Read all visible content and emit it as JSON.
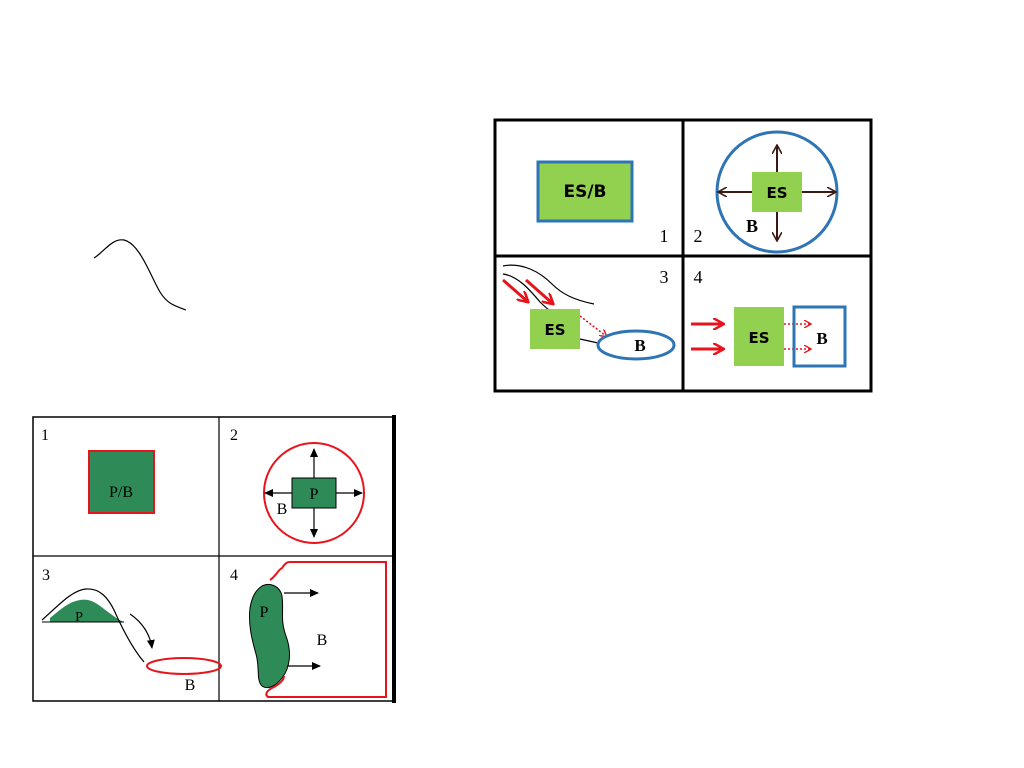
{
  "colors": {
    "green": "#92d050",
    "dark_green": "#2e8b57",
    "blue": "#2e75b6",
    "red": "#e8141b",
    "arrow_brown": "#3b1a12",
    "black": "#000000"
  },
  "top_diagram": {
    "panel1": {
      "box_label": "ES/B",
      "number": "1"
    },
    "panel2": {
      "center_label": "ES",
      "outer_label": "B",
      "number": "2"
    },
    "panel3": {
      "source_label": "ES",
      "sink_label": "B",
      "number": "3"
    },
    "panel4": {
      "source_label": "ES",
      "sink_label": "B",
      "number": "4"
    }
  },
  "bottom_diagram": {
    "panel1": {
      "box_label": "P/B",
      "number": "1"
    },
    "panel2": {
      "center_label": "P",
      "outer_label": "B",
      "number": "2"
    },
    "panel3": {
      "source_label": "P",
      "sink_label": "B",
      "number": "3"
    },
    "panel4": {
      "source_label": "P",
      "sink_label": "B",
      "number": "4"
    }
  }
}
